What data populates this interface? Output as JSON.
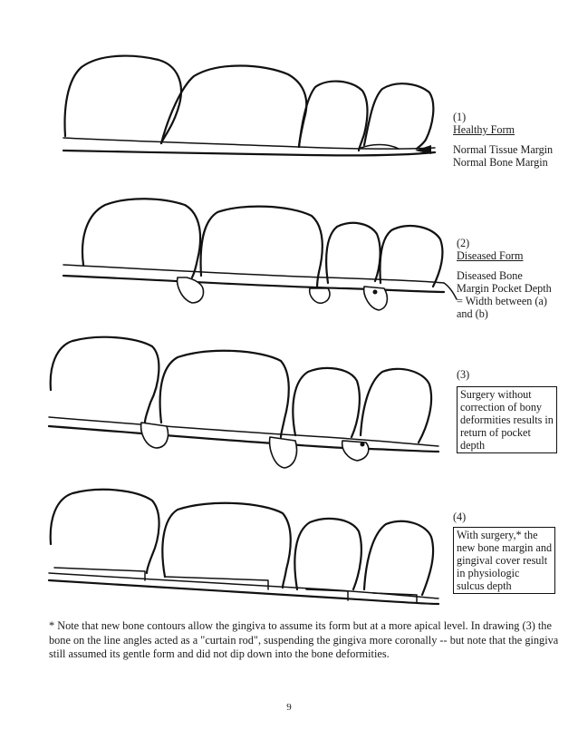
{
  "panels": [
    {
      "number": "(1)",
      "title": "Healthy Form",
      "lines": [
        "Normal Tissue Margin",
        "Normal Bone Margin"
      ]
    },
    {
      "number": "(2)",
      "title": "Diseased Form",
      "lines": [
        "Diseased Bone",
        "Margin Pocket Depth",
        "= Width between (a)",
        "and (b)"
      ]
    },
    {
      "number": "(3)",
      "box_lines": [
        "Surgery without",
        "correction of bony",
        "deformities results in",
        "return of pocket",
        "depth"
      ]
    },
    {
      "number": "(4)",
      "box_lines": [
        "With surgery,* the",
        "new bone margin and",
        "gingival cover result",
        "in physiologic",
        "sulcus depth"
      ]
    }
  ],
  "footnote": [
    "* Note that new bone contours allow the gingiva to assume its form but at a more apical level.  In drawing (3) the",
    "bone on the line angles acted as a \"curtain rod\", suspending the gingiva more coronally -- but note that the gingiva",
    "still assumed its gentle form and did not dip down into the bone deformities."
  ],
  "page_number": "9"
}
